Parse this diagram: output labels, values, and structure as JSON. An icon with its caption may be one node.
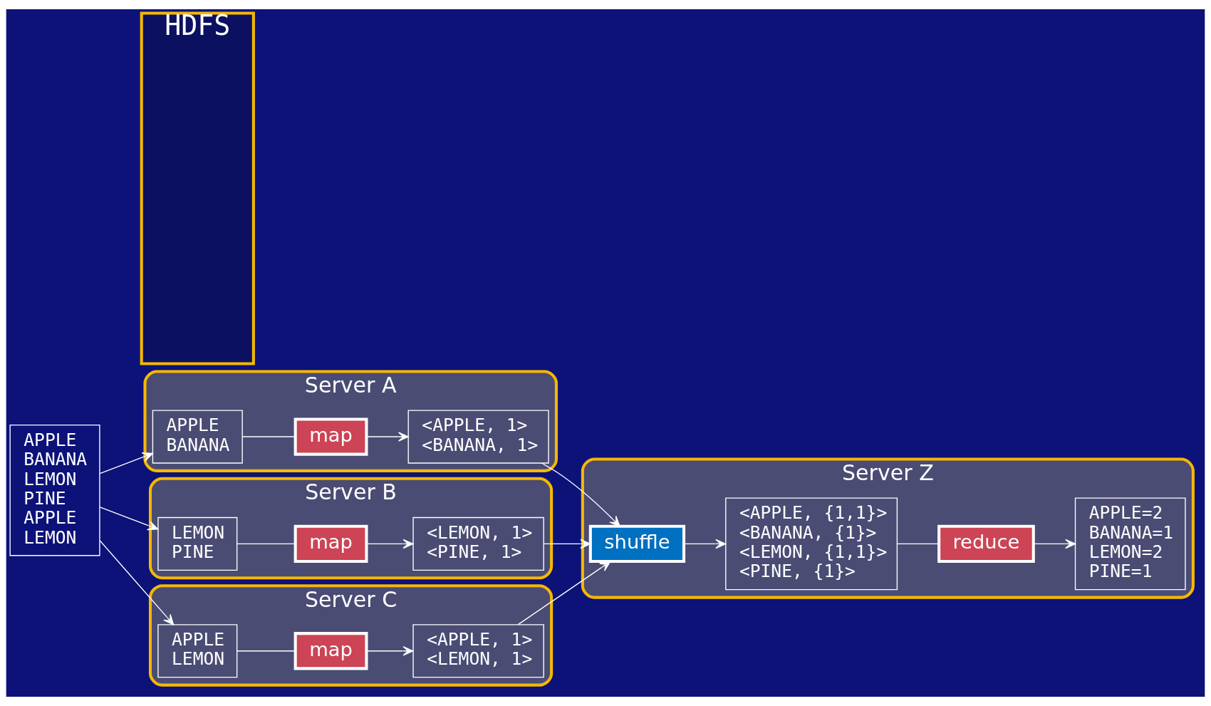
{
  "diagram": {
    "nodes": [
      {
        "text": [
          "APPLE BANANA LEMON PINE APPLE LEMON"
        ]
      },
      {
        "text": [
          "HDFS"
        ]
      },
      {
        "text": [
          "Server A"
        ]
      },
      {
        "text": [
          "APPLE BANANA"
        ],
        "in": 2
      },
      {
        "text": [
          "map"
        ],
        "in": 2
      },
      {
        "text": [
          "<APPLE, 1> <BANANA, 1>"
        ],
        "in": 2
      },
      {
        "text": [
          "Server B"
        ]
      },
      {
        "text": [
          "LEMON PINE"
        ],
        "in": 6
      },
      {
        "text": [
          "map"
        ],
        "in": 6
      },
      {
        "text": [
          "<LEMON, 1> <PINE, 1>"
        ],
        "in": 6
      },
      {
        "text": [
          "Server C"
        ]
      },
      {
        "text": [
          "APPLE LEMON"
        ],
        "in": 10
      },
      {
        "text": [
          "map"
        ],
        "in": 10
      },
      {
        "text": [
          "<APPLE, 1> <LEMON, 1>"
        ],
        "in": 10
      },
      {
        "text": [
          "Server Z"
        ]
      },
      {
        "text": [
          "shuffle"
        ],
        "in": 14
      },
      {
        "text": [
          "<APPLE, {1,1}> <BANANA, {1}> <LEMON, {1,1}> <PINE, {1}>"
        ],
        "in": 14
      },
      {
        "text": [
          "reduce"
        ],
        "in": 14
      },
      {
        "text": [
          "APPLE=2 BANANA=1 LEMON=2 PINE=1"
        ],
        "in": 14
      }
    ],
    "edges": [
      {
        "from": 0,
        "to": 3,
        "arrow": "to"
      },
      {
        "from": 0,
        "to": 7,
        "arrow": "to"
      },
      {
        "from": 0,
        "to": 11,
        "arrow": "to"
      },
      {
        "from": 3,
        "to": 4,
        "arrow": "none"
      },
      {
        "from": 4,
        "to": 5,
        "arrow": "to"
      },
      {
        "from": 7,
        "to": 8,
        "arrow": "none"
      },
      {
        "from": 8,
        "to": 9,
        "arrow": "to"
      },
      {
        "from": 11,
        "to": 12,
        "arrow": "none"
      },
      {
        "from": 12,
        "to": 13,
        "arrow": "to"
      },
      {
        "from": 5,
        "to": 15,
        "arrow": "to"
      },
      {
        "from": 9,
        "to": 15,
        "arrow": "to"
      },
      {
        "from": 13,
        "to": 15,
        "arrow": "to"
      },
      {
        "from": 15,
        "to": 16,
        "arrow": "to"
      },
      {
        "from": 16,
        "to": 17,
        "arrow": "none"
      },
      {
        "from": 17,
        "to": 18,
        "arrow": "to"
      }
    ]
  }
}
